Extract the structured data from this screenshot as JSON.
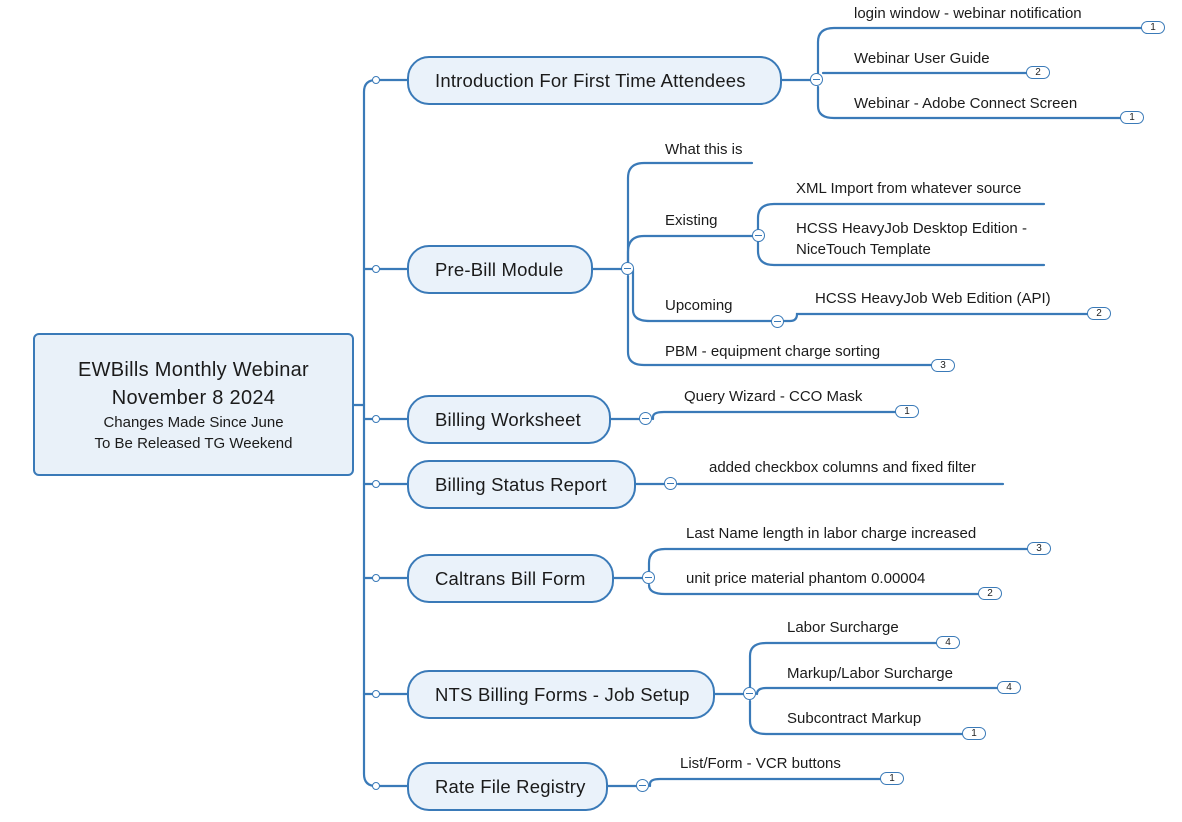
{
  "root": {
    "title_line1": "EWBills Monthly Webinar",
    "title_line2": "November 8 2024",
    "subtitle_line1": "Changes Made Since June",
    "subtitle_line2": "To Be Released TG Weekend"
  },
  "branches": [
    {
      "label": "Introduction For First Time Attendees",
      "children": [
        {
          "label": "login window - webinar notification",
          "count": "1"
        },
        {
          "label": "Webinar User Guide",
          "count": "2"
        },
        {
          "label": "Webinar - Adobe Connect Screen",
          "count": "1"
        }
      ]
    },
    {
      "label": "Pre-Bill Module",
      "children": [
        {
          "label": "What this is"
        },
        {
          "label": "Existing",
          "children": [
            {
              "label": "XML Import from whatever source"
            },
            {
              "label_line1": "HCSS HeavyJob Desktop Edition -",
              "label_line2": "NiceTouch Template"
            }
          ]
        },
        {
          "label": "Upcoming",
          "children": [
            {
              "label": "HCSS HeavyJob Web Edition (API)",
              "count": "2"
            }
          ]
        },
        {
          "label": "PBM - equipment charge sorting",
          "count": "3"
        }
      ]
    },
    {
      "label": "Billing Worksheet",
      "children": [
        {
          "label": "Query Wizard - CCO Mask",
          "count": "1"
        }
      ]
    },
    {
      "label": "Billing Status Report",
      "children": [
        {
          "label": "added checkbox columns and fixed filter"
        }
      ]
    },
    {
      "label": "Caltrans Bill Form",
      "children": [
        {
          "label": "Last Name length in labor charge increased",
          "count": "3"
        },
        {
          "label": "unit price material phantom 0.00004",
          "count": "2"
        }
      ]
    },
    {
      "label": "NTS Billing Forms - Job Setup",
      "children": [
        {
          "label": "Labor Surcharge",
          "count": "4"
        },
        {
          "label": "Markup/Labor Surcharge",
          "count": "4"
        },
        {
          "label": "Subcontract Markup",
          "count": "1"
        }
      ]
    },
    {
      "label": "Rate File Registry",
      "children": [
        {
          "label": "List/Form - VCR buttons",
          "count": "1"
        }
      ]
    }
  ],
  "colors": {
    "line": "#3a7ab8",
    "node_fill": "#eaf2fa",
    "text": "#1b1b1b"
  }
}
